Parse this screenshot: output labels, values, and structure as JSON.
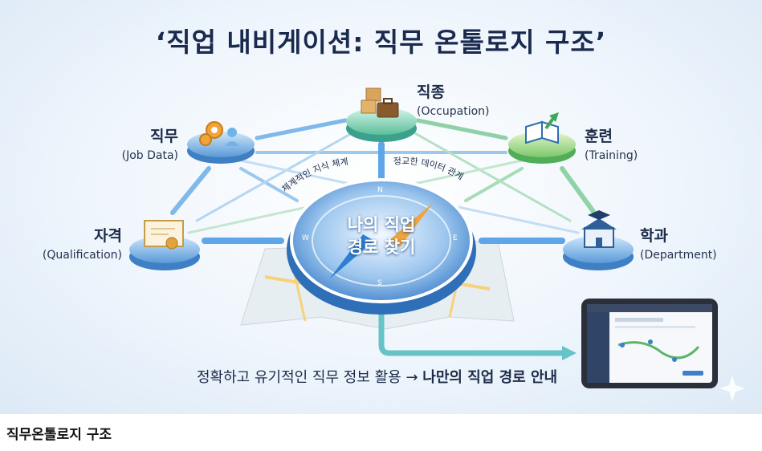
{
  "title": "‘직업 내비게이션: 직무 온톨로지 구조’",
  "nodes": {
    "job_data": {
      "ko": "직무",
      "en": "(Job Data)"
    },
    "occupation": {
      "ko": "직종",
      "en": "(Occupation)"
    },
    "training": {
      "ko": "훈련",
      "en": "(Training)"
    },
    "qualification": {
      "ko": "자격",
      "en": "(Qualification)"
    },
    "department": {
      "ko": "학과",
      "en": "(Department)"
    }
  },
  "compass": {
    "line1": "나의 직업",
    "line2": "경로 찾기",
    "north": "N",
    "south": "S",
    "east": "E",
    "west": "W"
  },
  "arc_labels": {
    "left": "체계적인 지식 체계",
    "right": "정교한 데이터 관계"
  },
  "bottom": {
    "normal": "정확하고 유기적인 직무 정보 활용 → ",
    "bold": "나만의 직업 경로 안내"
  },
  "caption": "직무온톨로지 구조"
}
